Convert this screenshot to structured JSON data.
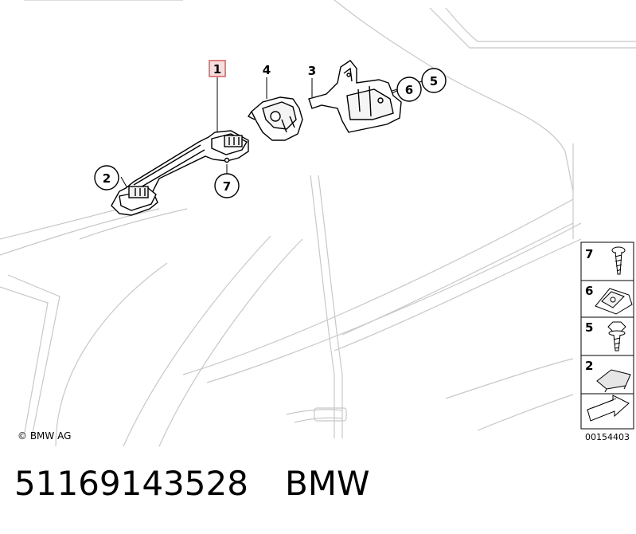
{
  "diagram": {
    "callouts": [
      {
        "id": "callout-1",
        "label": "1",
        "highlighted": true
      },
      {
        "id": "callout-2",
        "label": "2"
      },
      {
        "id": "callout-3",
        "label": "3"
      },
      {
        "id": "callout-4",
        "label": "4"
      },
      {
        "id": "callout-5",
        "label": "5"
      },
      {
        "id": "callout-6",
        "label": "6"
      },
      {
        "id": "callout-7",
        "label": "7"
      }
    ],
    "legend": [
      {
        "label": "7",
        "icon": "screw-icon"
      },
      {
        "label": "6",
        "icon": "clip-nut-icon"
      },
      {
        "label": "5",
        "icon": "hex-bolt-icon"
      },
      {
        "label": "2",
        "icon": "cover-cap-icon"
      }
    ],
    "copyright": "© BMW AG",
    "drawing_number": "00154403",
    "highlight_color": "#e08080",
    "highlight_fill": "#f6dede"
  },
  "footer": {
    "part_number": "51169143528",
    "brand": "BMW"
  }
}
